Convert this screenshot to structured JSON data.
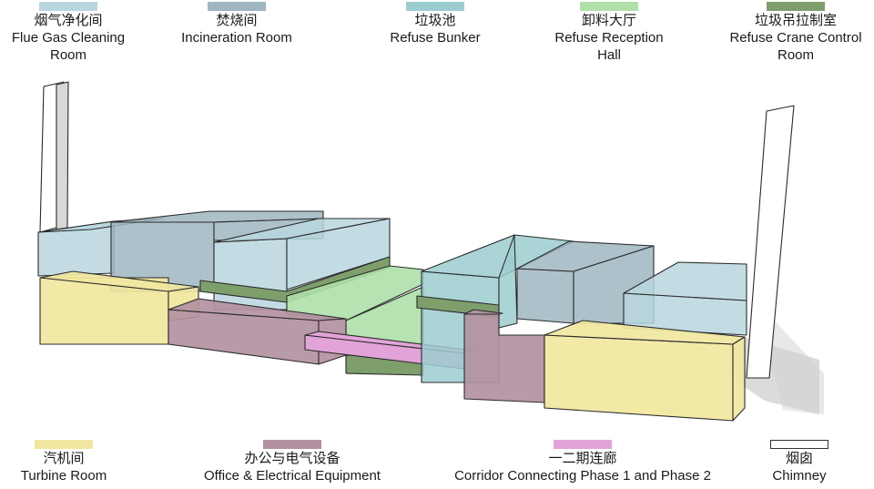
{
  "legend_top": [
    {
      "key": "flue",
      "cn": "烟气净化间",
      "en": "Flue Gas Cleaning Room",
      "color": "#b9d6df"
    },
    {
      "key": "incineration",
      "cn": "焚烧间",
      "en": "Incineration Room",
      "color": "#9fb6c1"
    },
    {
      "key": "bunker",
      "cn": "垃圾池",
      "en": "Refuse Bunker",
      "color": "#9ccdd0"
    },
    {
      "key": "reception",
      "cn": "卸料大厅",
      "en": "Refuse Reception Hall",
      "color": "#aee0a8"
    },
    {
      "key": "crane",
      "cn": "垃圾吊拉制室",
      "en": "Refuse Crane Control Room",
      "color": "#7e9f6c"
    }
  ],
  "legend_bottom": [
    {
      "key": "turbine",
      "cn": "汽机间",
      "en": "Turbine Room",
      "color": "#f1e7a0"
    },
    {
      "key": "office",
      "cn": "办公与电气设备",
      "en": "Office & Electrical Equipment",
      "color": "#b391a1"
    },
    {
      "key": "corridor",
      "cn": "一二期连廊",
      "en": "Corridor Connecting Phase 1 and Phase 2",
      "color": "#e2a4d8"
    },
    {
      "key": "chimney",
      "cn": "烟囱",
      "en": "Chimney",
      "color": "#ffffff"
    }
  ],
  "colors": {
    "flue": "#b9d6df",
    "incineration": "#9fb6c1",
    "bunker": "#9ccdd0",
    "reception": "#aee0a8",
    "crane": "#7e9f6c",
    "turbine": "#f1e7a0",
    "office": "#b391a1",
    "corridor": "#e2a4d8",
    "chimney": "#ffffff",
    "shadow": "#d2d2d2",
    "outline": "#2b2b2b"
  }
}
